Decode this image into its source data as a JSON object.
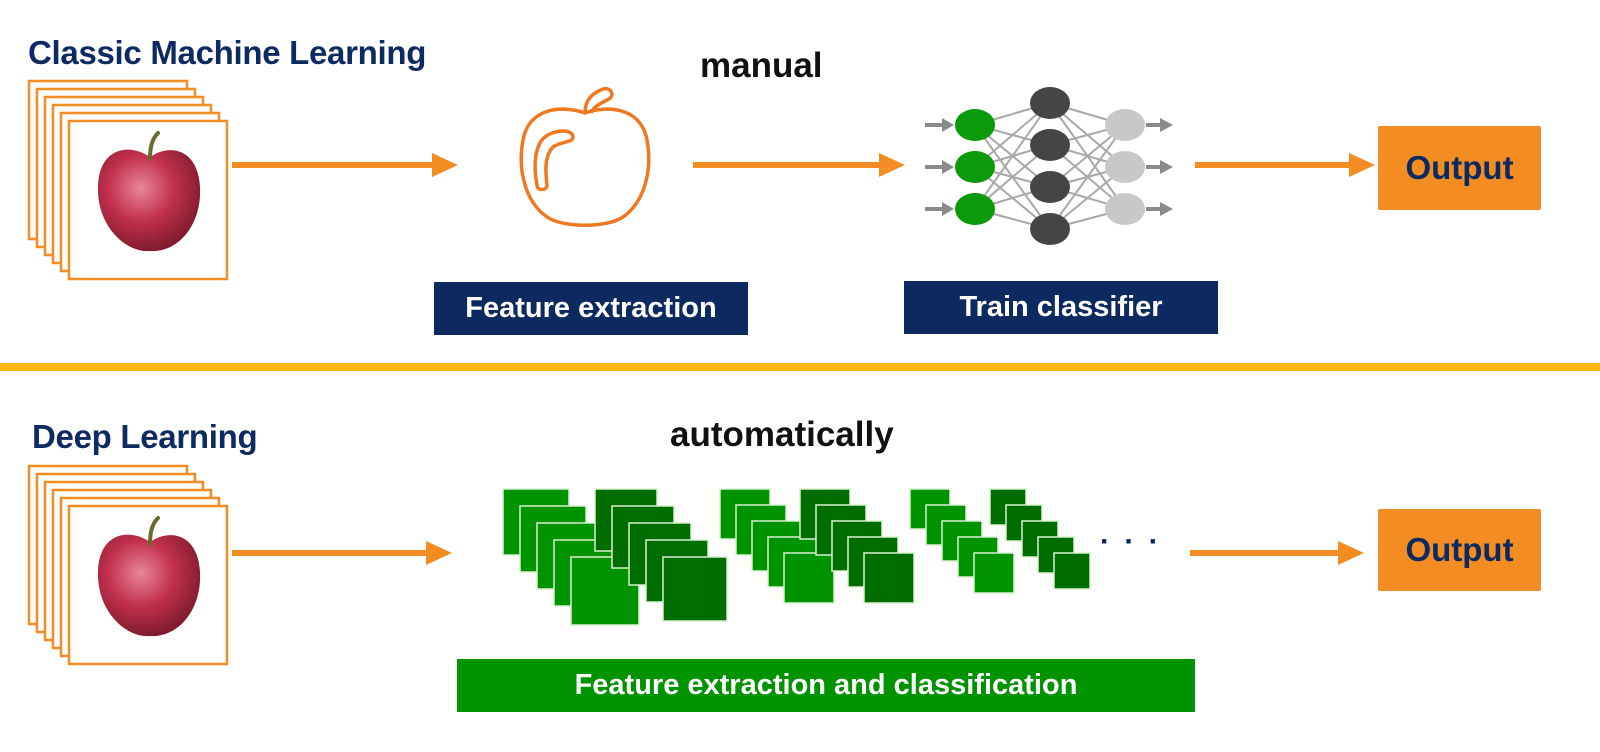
{
  "colors": {
    "title_navy": "#0d2b62",
    "label_navy_bg": "#0c2a60",
    "arrow_orange": "#f28c23",
    "output_orange": "#f28c23",
    "divider_yellow": "#ffb80a",
    "deep_green": "#009300",
    "dark_green": "#006d00",
    "nn_input_green": "#0a9a0a",
    "nn_hidden_gray": "#454545",
    "nn_output_gray": "#c8c8c8"
  },
  "classic": {
    "title": "Classic Machine Learning",
    "mode_label": "manual",
    "input_icon": "apple-photo-stack-icon",
    "feature_icon": "apple-outline-icon",
    "classifier_icon": "neural-network-icon",
    "feature_label": "Feature extraction",
    "classifier_label": "Train classifier",
    "output_label": "Output"
  },
  "deep": {
    "title": "Deep Learning",
    "mode_label": "automatically",
    "input_icon": "apple-photo-stack-icon",
    "layers_icon": "convolutional-layers-icon",
    "ellipsis": "· · ·",
    "combined_label": "Feature extraction and classification",
    "output_label": "Output"
  },
  "neural_network": {
    "layers": [
      3,
      4,
      3
    ]
  }
}
